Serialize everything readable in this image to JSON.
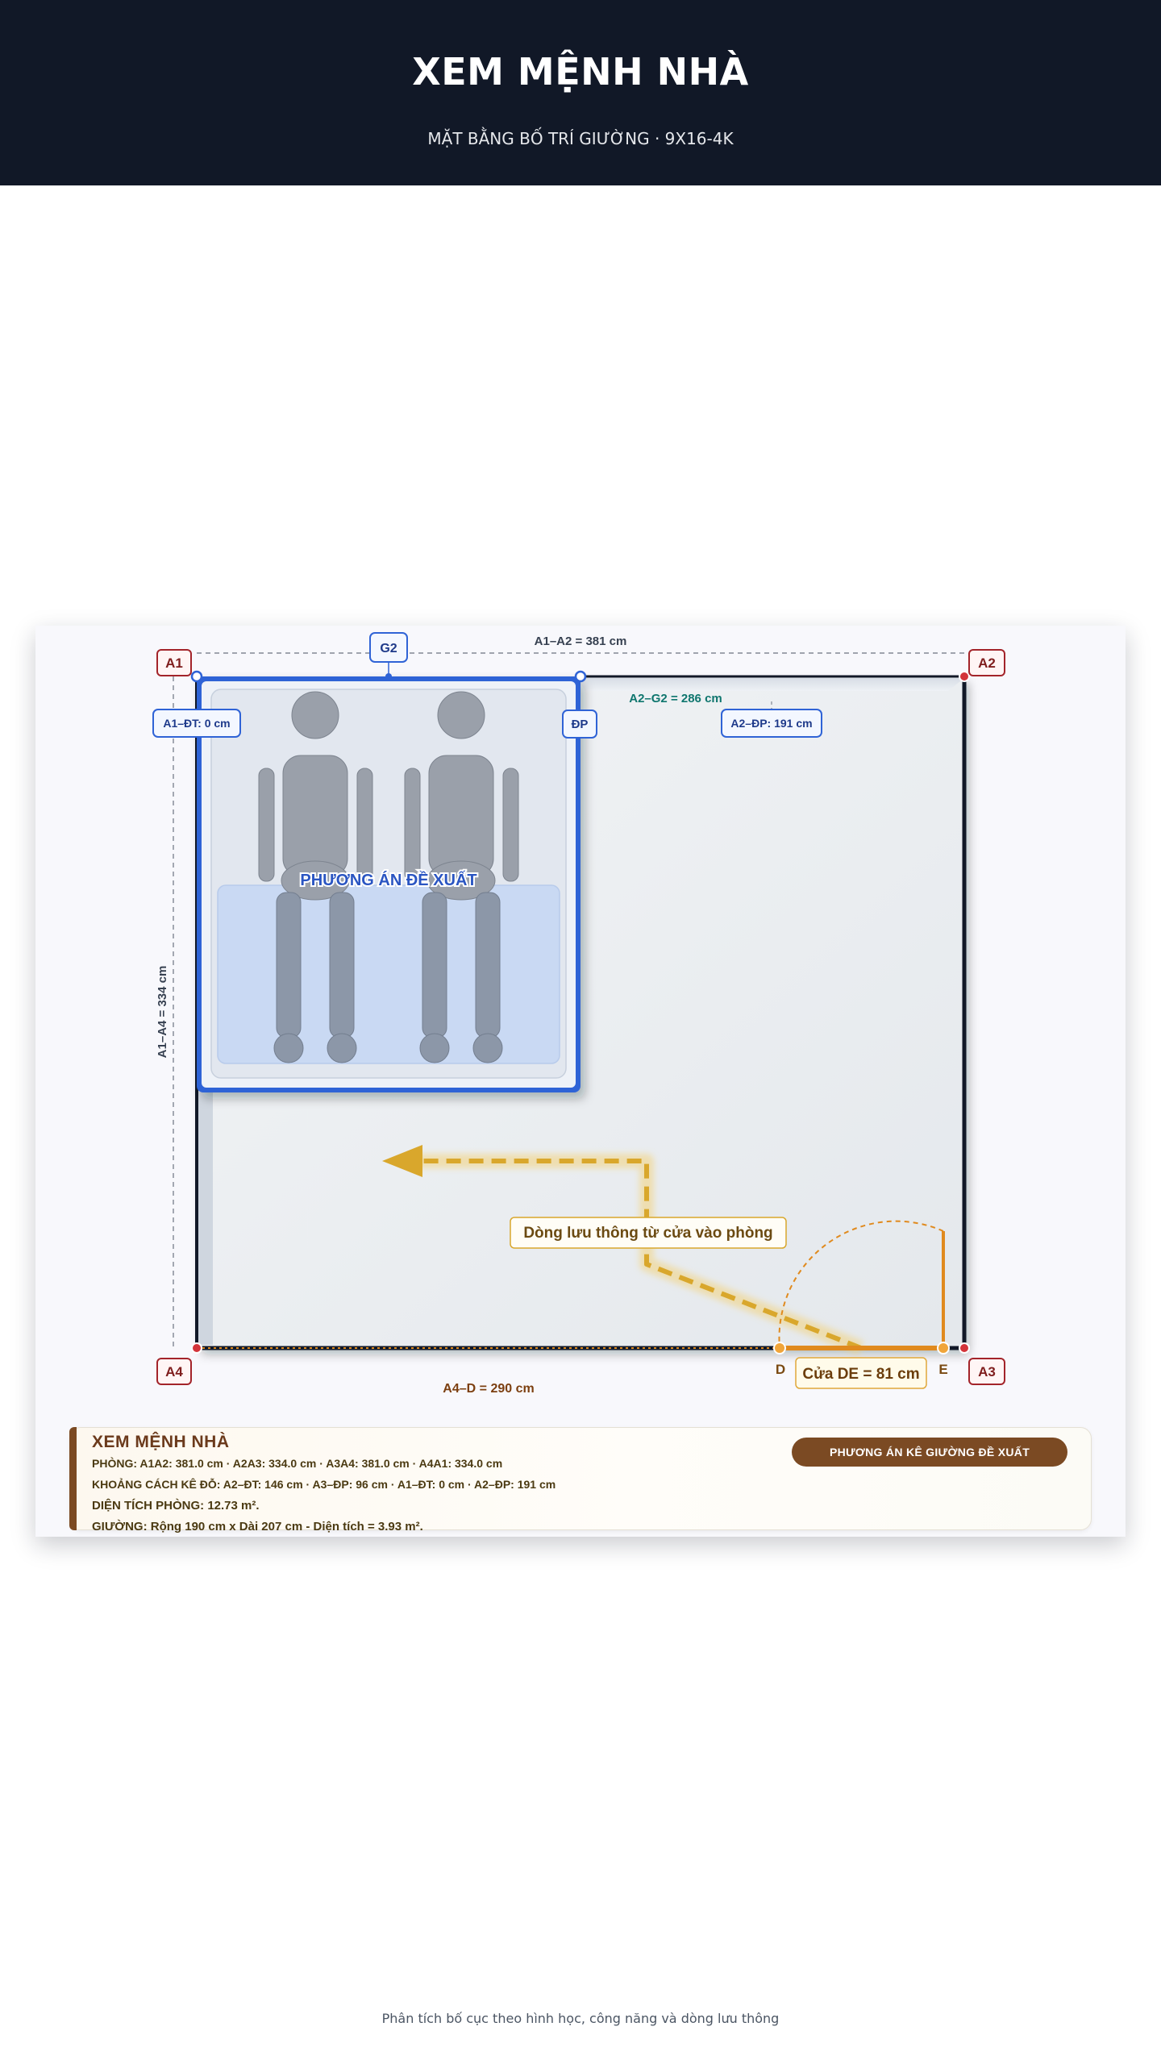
{
  "header": {
    "title": "XEM MỆNH NHÀ",
    "subtitle": "MẶT BẰNG BỐ TRÍ GIƯỜNG · 9X16-4K"
  },
  "plan": {
    "corners": {
      "a1": "A1",
      "a2": "A2",
      "a3": "A3",
      "a4": "A4",
      "g2": "G2",
      "dp": "ĐP",
      "d": "D",
      "e": "E"
    },
    "dimensions": {
      "a1_a2": "A1–A2 = 381 cm",
      "a2_g2": "A2–G2 = 286 cm",
      "a1_a4": "A1–A4 = 334 cm",
      "a4_d": "A4–D = 290 cm",
      "a1_dt": "A1–ĐT: 0 cm",
      "a2_dp": "A2–ĐP: 191 cm",
      "door": "Cửa DE = 81 cm"
    },
    "bed_label": "PHƯƠNG ÁN ĐỀ XUẤT",
    "flow_label": "Dòng lưu thông từ cửa vào phòng",
    "colors": {
      "wall": "#111827",
      "bed": "#2f63d6",
      "door": "#e08a1e",
      "flow": "#d9a72c",
      "corner": "#a3242a"
    }
  },
  "info": {
    "title": "XEM MỆNH NHÀ",
    "room": "PHÒNG: A1A2: 381.0 cm · A2A3: 334.0 cm · A3A4: 381.0 cm · A4A1: 334.0 cm",
    "distances": "KHOẢNG CÁCH KÊ ĐỖ: A2–ĐT: 146 cm · A3–ĐP: 96 cm · A1–ĐT: 0 cm · A2–ĐP: 191 cm",
    "area": "DIỆN TÍCH PHÒNG: 12.73 m².",
    "bed": "GIƯỜNG: Rộng 190 cm x Dài 207 cm - Diện tích = 3.93 m².",
    "button": "PHƯƠNG ÁN KÊ GIƯỜNG ĐỀ XUẤT"
  },
  "footer": {
    "caption": "Phân tích bố cục theo hình học, công năng và dòng lưu thông"
  }
}
